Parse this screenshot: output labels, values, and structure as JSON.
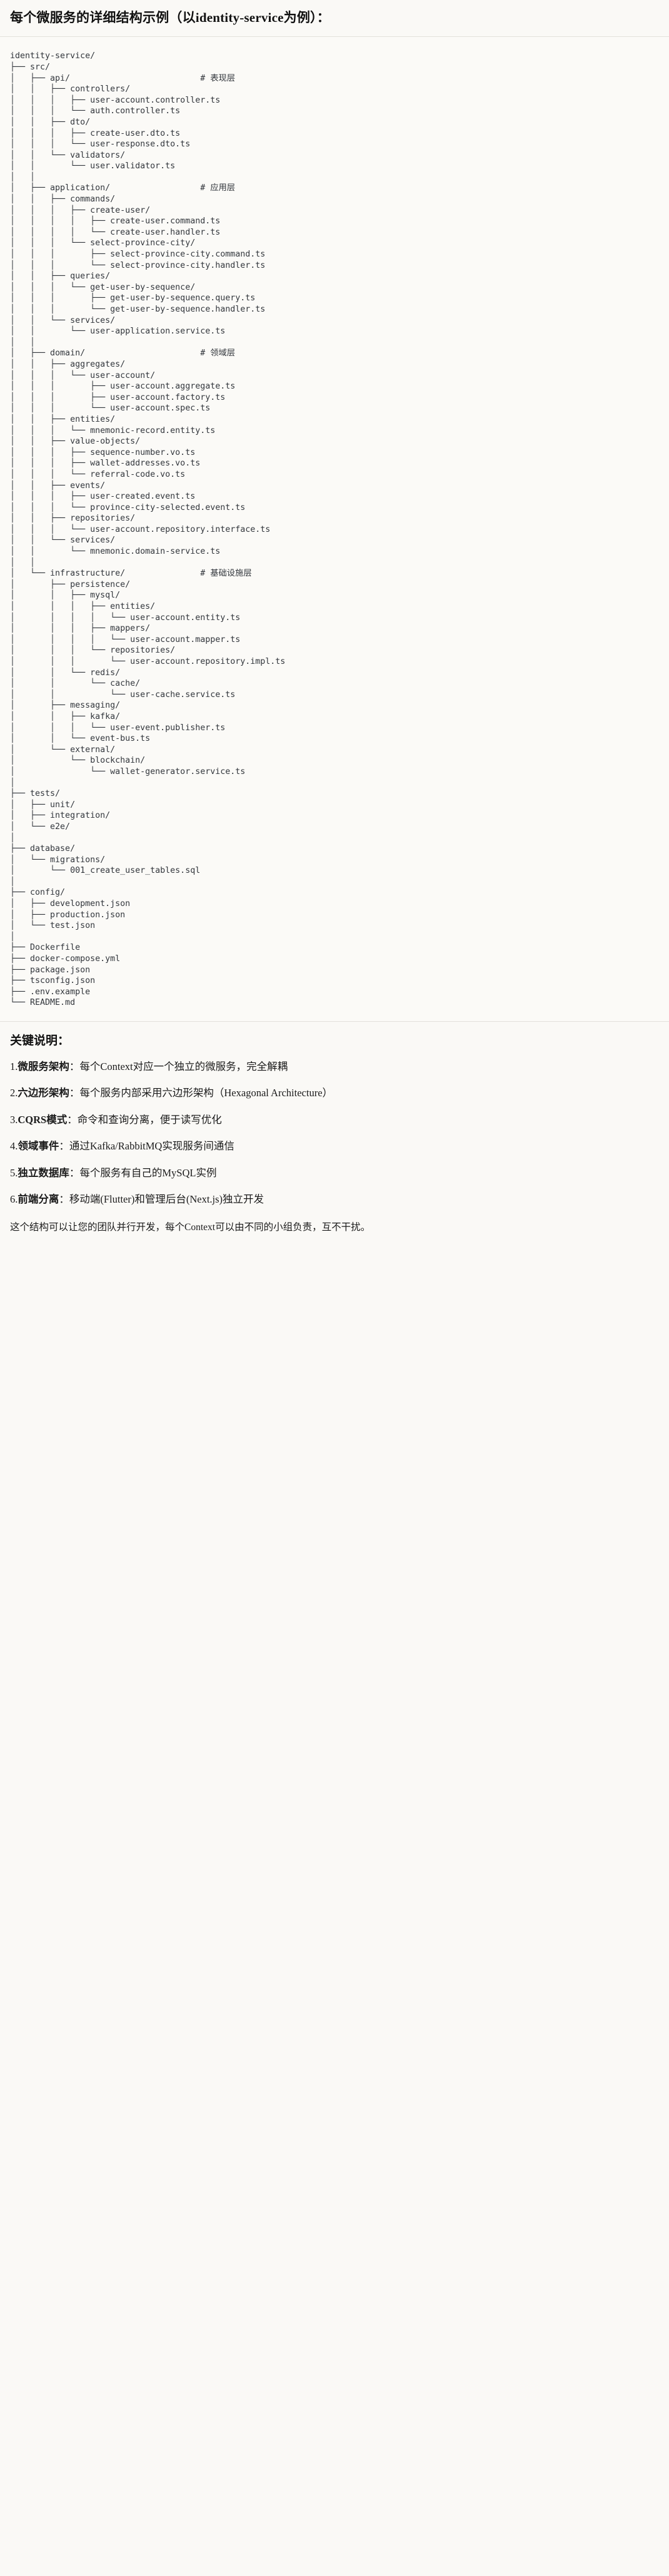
{
  "heading": "每个微服务的详细结构示例（以identity-service为例）：",
  "tree": {
    "root_label": "identity-service/",
    "text": "identity-service/\n├── src/\n│   ├── api/                          # 表现层\n│   │   ├── controllers/\n│   │   │   ├── user-account.controller.ts\n│   │   │   └── auth.controller.ts\n│   │   ├── dto/\n│   │   │   ├── create-user.dto.ts\n│   │   │   └── user-response.dto.ts\n│   │   └── validators/\n│   │       └── user.validator.ts\n│   │\n│   ├── application/                  # 应用层\n│   │   ├── commands/\n│   │   │   ├── create-user/\n│   │   │   │   ├── create-user.command.ts\n│   │   │   │   └── create-user.handler.ts\n│   │   │   └── select-province-city/\n│   │   │       ├── select-province-city.command.ts\n│   │   │       └── select-province-city.handler.ts\n│   │   ├── queries/\n│   │   │   └── get-user-by-sequence/\n│   │   │       ├── get-user-by-sequence.query.ts\n│   │   │       └── get-user-by-sequence.handler.ts\n│   │   └── services/\n│   │       └── user-application.service.ts\n│   │\n│   ├── domain/                       # 领域层\n│   │   ├── aggregates/\n│   │   │   └── user-account/\n│   │   │       ├── user-account.aggregate.ts\n│   │   │       ├── user-account.factory.ts\n│   │   │       └── user-account.spec.ts\n│   │   ├── entities/\n│   │   │   └── mnemonic-record.entity.ts\n│   │   ├── value-objects/\n│   │   │   ├── sequence-number.vo.ts\n│   │   │   ├── wallet-addresses.vo.ts\n│   │   │   └── referral-code.vo.ts\n│   │   ├── events/\n│   │   │   ├── user-created.event.ts\n│   │   │   └── province-city-selected.event.ts\n│   │   ├── repositories/\n│   │   │   └── user-account.repository.interface.ts\n│   │   └── services/\n│   │       └── mnemonic.domain-service.ts\n│   │\n│   └── infrastructure/               # 基础设施层\n│       ├── persistence/\n│       │   ├── mysql/\n│       │   │   ├── entities/\n│       │   │   │   └── user-account.entity.ts\n│       │   │   ├── mappers/\n│       │   │   │   └── user-account.mapper.ts\n│       │   │   └── repositories/\n│       │   │       └── user-account.repository.impl.ts\n│       │   └── redis/\n│       │       └── cache/\n│       │           └── user-cache.service.ts\n│       ├── messaging/\n│       │   ├── kafka/\n│       │   │   └── user-event.publisher.ts\n│       │   └── event-bus.ts\n│       └── external/\n│           └── blockchain/\n│               └── wallet-generator.service.ts\n│\n├── tests/\n│   ├── unit/\n│   ├── integration/\n│   └── e2e/\n│\n├── database/\n│   └── migrations/\n│       └── 001_create_user_tables.sql\n│\n├── config/\n│   ├── development.json\n│   ├── production.json\n│   └── test.json\n│\n├── Dockerfile\n├── docker-compose.yml\n├── package.json\n├── tsconfig.json\n├── .env.example\n└── README.md",
    "layer_comments": [
      {
        "target": "api/",
        "comment": "# 表现层"
      },
      {
        "target": "application/",
        "comment": "# 应用层"
      },
      {
        "target": "domain/",
        "comment": "# 领域层"
      },
      {
        "target": "infrastructure/",
        "comment": "# 基础设施层"
      }
    ]
  },
  "notes": {
    "title": "关键说明：",
    "items": [
      {
        "index": "1.",
        "term": "微服务架构",
        "sep": "：",
        "desc": "每个Context对应一个独立的微服务，完全解耦"
      },
      {
        "index": "2.",
        "term": "六边形架构",
        "sep": "：",
        "desc": "每个服务内部采用六边形架构（Hexagonal Architecture）"
      },
      {
        "index": "3.",
        "term": "CQRS模式",
        "sep": "：",
        "desc": "命令和查询分离，便于读写优化"
      },
      {
        "index": "4.",
        "term": "领域事件",
        "sep": "：",
        "desc": "通过Kafka/RabbitMQ实现服务间通信"
      },
      {
        "index": "5.",
        "term": "独立数据库",
        "sep": "：",
        "desc": "每个服务有自己的MySQL实例"
      },
      {
        "index": "6.",
        "term": "前端分离",
        "sep": "：",
        "desc": "移动端(Flutter)和管理后台(Next.js)独立开发"
      }
    ],
    "closing": "这个结构可以让您的团队并行开发，每个Context可以由不同的小组负责，互不干扰。"
  },
  "colors": {
    "page_background": "#faf9f6",
    "code_background": "#fbfaf7",
    "text": "#1a1a1a",
    "code_text": "#32363c",
    "rule": "#e3e1db"
  }
}
